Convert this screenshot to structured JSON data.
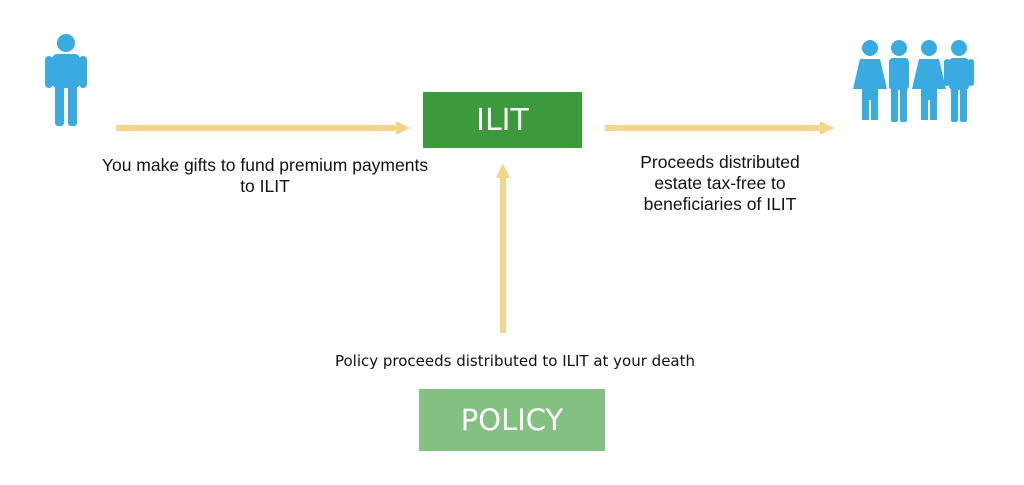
{
  "colors": {
    "ilit_box": "#3c9a3c",
    "policy_box": "#83c081",
    "arrow": "#f5d58a",
    "person": "#3aabe1"
  },
  "icons": {
    "donor": "person-icon",
    "beneficiaries": "group-of-people-icon"
  },
  "nodes": {
    "ilit": "ILIT",
    "policy": "POLICY"
  },
  "labels": {
    "gift_line1": "You make gifts to fund premium payments",
    "gift_line2": "to ILIT",
    "proceeds_line1": "Proceeds distributed",
    "proceeds_line2": "estate tax-free to",
    "proceeds_line3": "beneficiaries of ILIT",
    "policy_proceeds": "Policy proceeds distributed to ILIT at your death"
  }
}
